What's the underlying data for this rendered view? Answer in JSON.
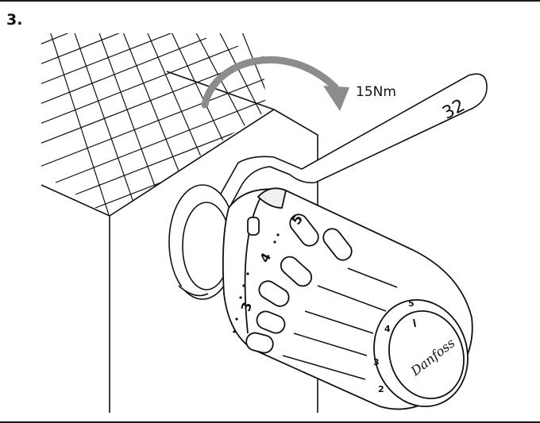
{
  "step": {
    "number": "3."
  },
  "torque": {
    "label": "15Nm",
    "arrow_color": "#8c8c8c"
  },
  "wrench": {
    "size_label": "32"
  },
  "dial": {
    "numbers": [
      "5",
      "4",
      "3"
    ]
  },
  "cap": {
    "numbers": [
      "5",
      "4",
      "3",
      "2"
    ],
    "brand_text": "Danfoss"
  },
  "colors": {
    "ink": "#111111",
    "shadow": "#1a1a1a",
    "background": "#ffffff"
  }
}
